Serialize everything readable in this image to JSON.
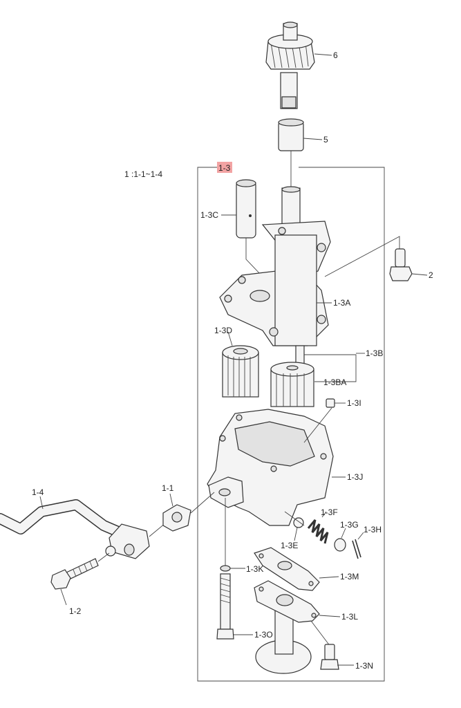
{
  "header": {
    "range_note": "1  :1-1~1-4"
  },
  "labels": {
    "p6": "6",
    "p5": "5",
    "p1_3": "1-3",
    "p1_3C": "1-3C",
    "p2": "2",
    "p1_3A": "1-3A",
    "p1_3D": "1-3D",
    "p1_3B": "1-3B",
    "p1_3BA": "1-3BA",
    "p1_3I": "1-3I",
    "p1_3J": "1-3J",
    "p1_4": "1-4",
    "p1_1": "1-1",
    "p1_3F": "1-3F",
    "p1_3G": "1-3G",
    "p1_3H": "1-3H",
    "p1_3E": "1-3E",
    "p1_3K": "1-3K",
    "p1_3M": "1-3M",
    "p1_2": "1-2",
    "p1_3L": "1-3L",
    "p1_3O": "1-3O",
    "p1_3N": "1-3N"
  },
  "colors": {
    "highlight": "#f2a3a3",
    "line": "#444444",
    "part_fill": "#f4f4f4"
  }
}
